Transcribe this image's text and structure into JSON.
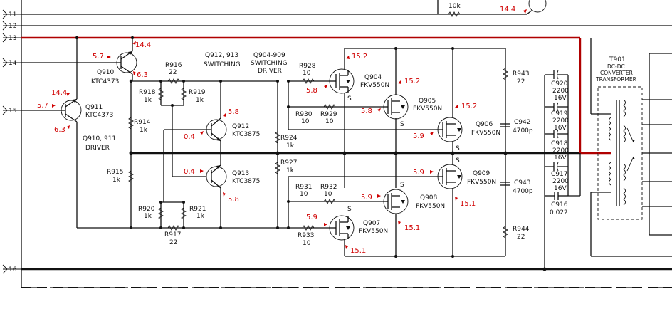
{
  "connectors": [
    {
      "id": "c11",
      "label": "11"
    },
    {
      "id": "c12",
      "label": "12"
    },
    {
      "id": "c13",
      "label": "13"
    },
    {
      "id": "c14",
      "label": "14"
    },
    {
      "id": "c15",
      "label": "15"
    },
    {
      "id": "c16",
      "label": "16"
    }
  ],
  "top_partial": {
    "label": "10k",
    "voltage": "14.4"
  },
  "headings": {
    "q912_line1": "Q912, 913",
    "q912_line2": "SWITCHING",
    "q904_line1": "Q904-909",
    "q904_line2": "SWITCHING",
    "q904_line3": "DRIVER",
    "q910_line1": "Q910, 911",
    "q910_line2": "DRIVER"
  },
  "transistors": [
    {
      "id": "q910",
      "ref": "Q910",
      "part": "KTC4373"
    },
    {
      "id": "q911",
      "ref": "Q911",
      "part": "KTC4373"
    },
    {
      "id": "q912",
      "ref": "Q912",
      "part": "KTC3875"
    },
    {
      "id": "q913",
      "ref": "Q913",
      "part": "KTC3875"
    },
    {
      "id": "q904",
      "ref": "Q904",
      "part": "FKV550N"
    },
    {
      "id": "q905",
      "ref": "Q905",
      "part": "FKV550N"
    },
    {
      "id": "q906",
      "ref": "Q906",
      "part": "FKV550N"
    },
    {
      "id": "q907",
      "ref": "Q907",
      "part": "FKV550N"
    },
    {
      "id": "q908",
      "ref": "Q908",
      "part": "FKV550N"
    },
    {
      "id": "q909",
      "ref": "Q909",
      "part": "FKV550N"
    }
  ],
  "resistors": [
    {
      "id": "r916",
      "ref": "R916",
      "value": "22"
    },
    {
      "id": "r918",
      "ref": "R918",
      "value": "1k"
    },
    {
      "id": "r919",
      "ref": "R919",
      "value": "1k"
    },
    {
      "id": "r914",
      "ref": "R914",
      "value": "1k"
    },
    {
      "id": "r915",
      "ref": "R915",
      "value": "1k"
    },
    {
      "id": "r920",
      "ref": "R920",
      "value": "1k"
    },
    {
      "id": "r921",
      "ref": "R921",
      "value": "1k"
    },
    {
      "id": "r917",
      "ref": "R917",
      "value": "22"
    },
    {
      "id": "r924",
      "ref": "R924",
      "value": "1k"
    },
    {
      "id": "r927",
      "ref": "R927",
      "value": "1k"
    },
    {
      "id": "r928",
      "ref": "R928",
      "value": "10"
    },
    {
      "id": "r930",
      "ref": "R930",
      "value": "10"
    },
    {
      "id": "r929",
      "ref": "R929",
      "value": "10"
    },
    {
      "id": "r931",
      "ref": "R931",
      "value": "10"
    },
    {
      "id": "r932",
      "ref": "R932",
      "value": "10"
    },
    {
      "id": "r933",
      "ref": "R933",
      "value": "10"
    },
    {
      "id": "r943",
      "ref": "R943",
      "value": "22"
    },
    {
      "id": "r944",
      "ref": "R944",
      "value": "22"
    }
  ],
  "capacitors": [
    {
      "id": "c942",
      "ref": "C942",
      "value": "4700p"
    },
    {
      "id": "c943",
      "ref": "C943",
      "value": "4700p"
    },
    {
      "id": "c920",
      "ref": "C920",
      "value": "2200",
      "rating": "16V"
    },
    {
      "id": "c919",
      "ref": "C919",
      "value": "2200",
      "rating": "16V"
    },
    {
      "id": "c918",
      "ref": "C918",
      "value": "2200",
      "rating": "16V"
    },
    {
      "id": "c917",
      "ref": "C917",
      "value": "2200",
      "rating": "16V"
    },
    {
      "id": "c916",
      "ref": "C916",
      "value": "0.022"
    }
  ],
  "transformer": {
    "ref": "T901",
    "line1": "DC-DC",
    "line2": "CONVERTER",
    "line3": "TRANSFORMER"
  },
  "source_pin_label": "S",
  "voltages": {
    "q910_e": "14.4",
    "q910_b": "5.7",
    "q910_c": "6.3",
    "q911_e": "14.4",
    "q911_b": "5.7",
    "q911_c": "6.3",
    "q912_c": "5.8",
    "q912_b": "0.4",
    "q913_b": "0.4",
    "q913_c": "5.8",
    "q904_d": "15.2",
    "q904_g": "5.8",
    "q905_d": "15.2",
    "q905_g": "5.8",
    "q906_d": "15.2",
    "q906_g": "5.9",
    "q909_g": "5.9",
    "q909_d": "15.1",
    "q908_g": "5.9",
    "q908_d": "15.1",
    "q907_g": "5.9",
    "q907_d": "15.1"
  }
}
